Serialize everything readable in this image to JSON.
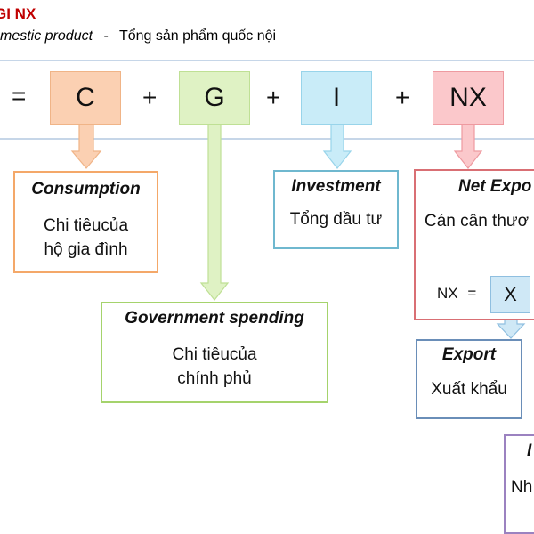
{
  "header": {
    "title": "GI NX",
    "subtitle_en": "mestic product",
    "subtitle_sep": "-",
    "subtitle_vi": "Tổng sản phẩm quốc nội"
  },
  "equation": {
    "eq": "=",
    "plus": "+",
    "terms": [
      "C",
      "G",
      "I",
      "NX"
    ]
  },
  "cards": {
    "consumption": {
      "title": "Consumption",
      "line1": "Chi tiêucủa",
      "line2": "hộ gia đình"
    },
    "government": {
      "title": "Government spending",
      "line1": "Chi tiêucủa",
      "line2": "chính phủ"
    },
    "investment": {
      "title": "Investment",
      "line1": "Tổng dầu tư"
    },
    "net_export": {
      "title": "Net Expo",
      "line1": "Cán cân thươ",
      "nx_label": "NX",
      "nx_eq": "=",
      "x_box": "X"
    },
    "export": {
      "title": "Export",
      "line1": "Xuất khẩu"
    },
    "import": {
      "title": "I",
      "line1": "Nh"
    }
  },
  "colors": {
    "title": "#c00000",
    "consumption": "#f4a869",
    "government": "#a5d36c",
    "investment": "#6fb8cf",
    "net_export": "#d96f74",
    "export": "#6a8eb8",
    "import": "#9b82c0"
  }
}
